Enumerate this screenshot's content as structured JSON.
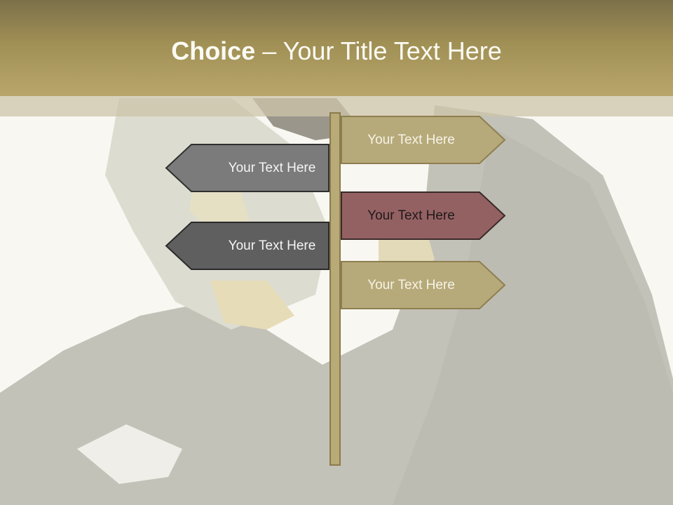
{
  "slide": {
    "title_bold": "Choice",
    "title_rest": " – Your Title Text Here"
  },
  "signs": {
    "right_1": {
      "label": "Your Text Here",
      "fill": "#b7aa7a",
      "text_color": "#f6f3e6"
    },
    "right_2": {
      "label": "Your Text Here",
      "fill": "#946163",
      "text_color": "#1f1a1a"
    },
    "right_3": {
      "label": "Your Text Here",
      "fill": "#b7aa7a",
      "text_color": "#f6f3e6"
    },
    "left_1": {
      "label": "Your Text Here",
      "fill": "#7b7b7b",
      "text_color": "#f4f4f4"
    },
    "left_2": {
      "label": "Your Text Here",
      "fill": "#5f5f5f",
      "text_color": "#f4f4f4"
    }
  },
  "colors": {
    "title_band": "#a09055",
    "post": "#b9ab78",
    "border_dark": "#3a3a3a"
  }
}
